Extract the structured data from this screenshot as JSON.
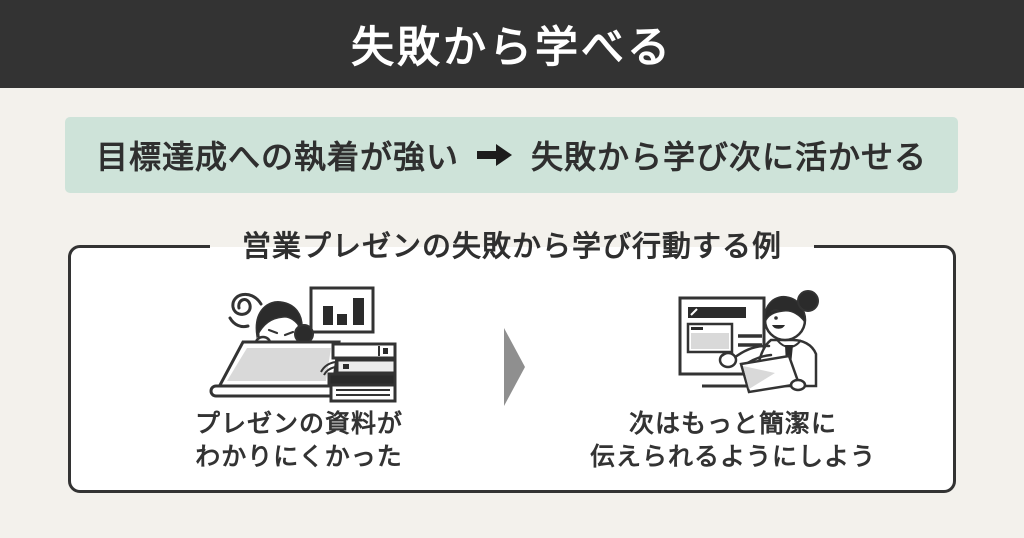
{
  "page": {
    "background": "#f3f1ec"
  },
  "header": {
    "title": "失敗から学べる",
    "background": "#333333",
    "text_color": "#ffffff"
  },
  "summary_banner": {
    "background": "#cee3d9",
    "left_text": "目標達成への執着が強い",
    "arrow_icon": "black-right-arrow",
    "right_text": "失敗から学び次に活かせる",
    "text_color": "#2f2f2f"
  },
  "example_box": {
    "title": "営業プレゼンの失敗から学び行動する例",
    "border_color": "#333333",
    "background": "#ffffff",
    "before": {
      "illustration": "frustrated-person-at-laptop-with-chart-and-documents",
      "caption_line1": "プレゼンの資料が",
      "caption_line2": "わかりにくかった"
    },
    "transition_arrow_icon": "gray-right-triangle",
    "transition_arrow_color": "#8f8f8f",
    "after": {
      "illustration": "smiling-person-presenting-board-with-paper",
      "caption_line1": "次はもっと簡潔に",
      "caption_line2": "伝えられるようにしよう"
    }
  }
}
